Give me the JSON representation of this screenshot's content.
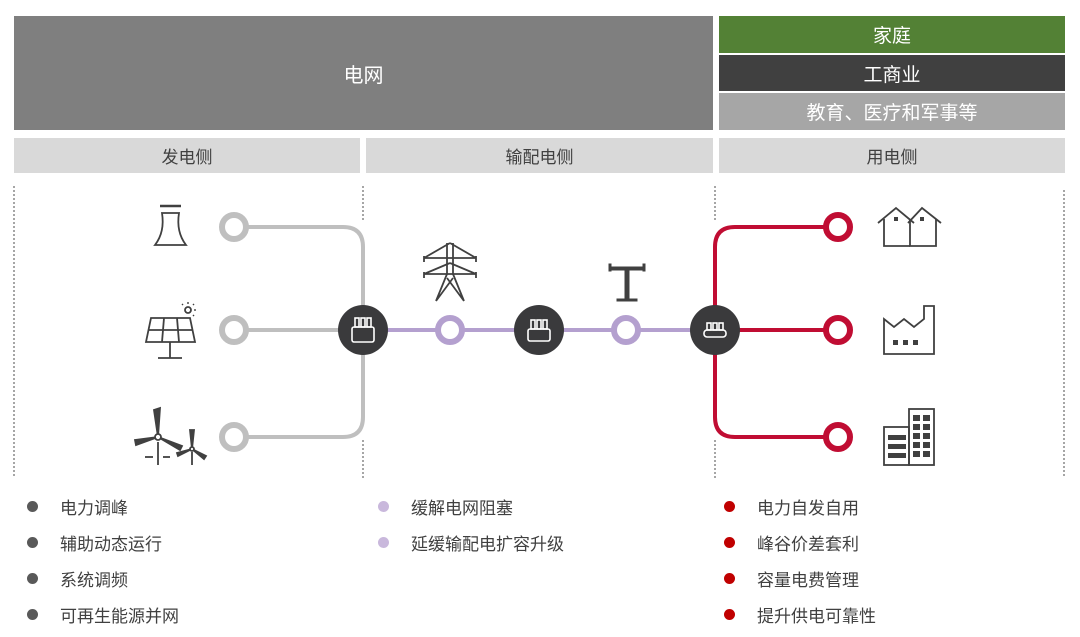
{
  "header": {
    "grid_label": "电网",
    "user_categories": [
      "家庭",
      "工商业",
      "教育、医疗和军事等"
    ]
  },
  "segments": [
    "发电侧",
    "输配电侧",
    "用电侧"
  ],
  "colors": {
    "grid": "#7f7f7f",
    "home": "#538135",
    "commercial": "#404040",
    "education": "#a6a6a6",
    "segment_bg": "#d9d9d9",
    "generation_line": "#bfbfbf",
    "transmission_line": "#b4a0cf",
    "consumption_line": "#c00d33",
    "node_dark": "#3a3a3c"
  },
  "icons": {
    "generation": [
      "cooling-tower-icon",
      "solar-panel-icon",
      "wind-turbine-icon"
    ],
    "transmission": [
      "transmission-tower-icon",
      "utility-pole-icon"
    ],
    "consumption": [
      "houses-icon",
      "factory-icon",
      "office-building-icon"
    ],
    "node": "battery-storage-icon"
  },
  "lists": {
    "generation": [
      "电力调峰",
      "辅助动态运行",
      "系统调频",
      "可再生能源并网"
    ],
    "transmission": [
      "缓解电网阻塞",
      "延缓输配电扩容升级"
    ],
    "consumption": [
      "电力自发自用",
      "峰谷价差套利",
      "容量电费管理",
      "提升供电可靠性"
    ]
  }
}
